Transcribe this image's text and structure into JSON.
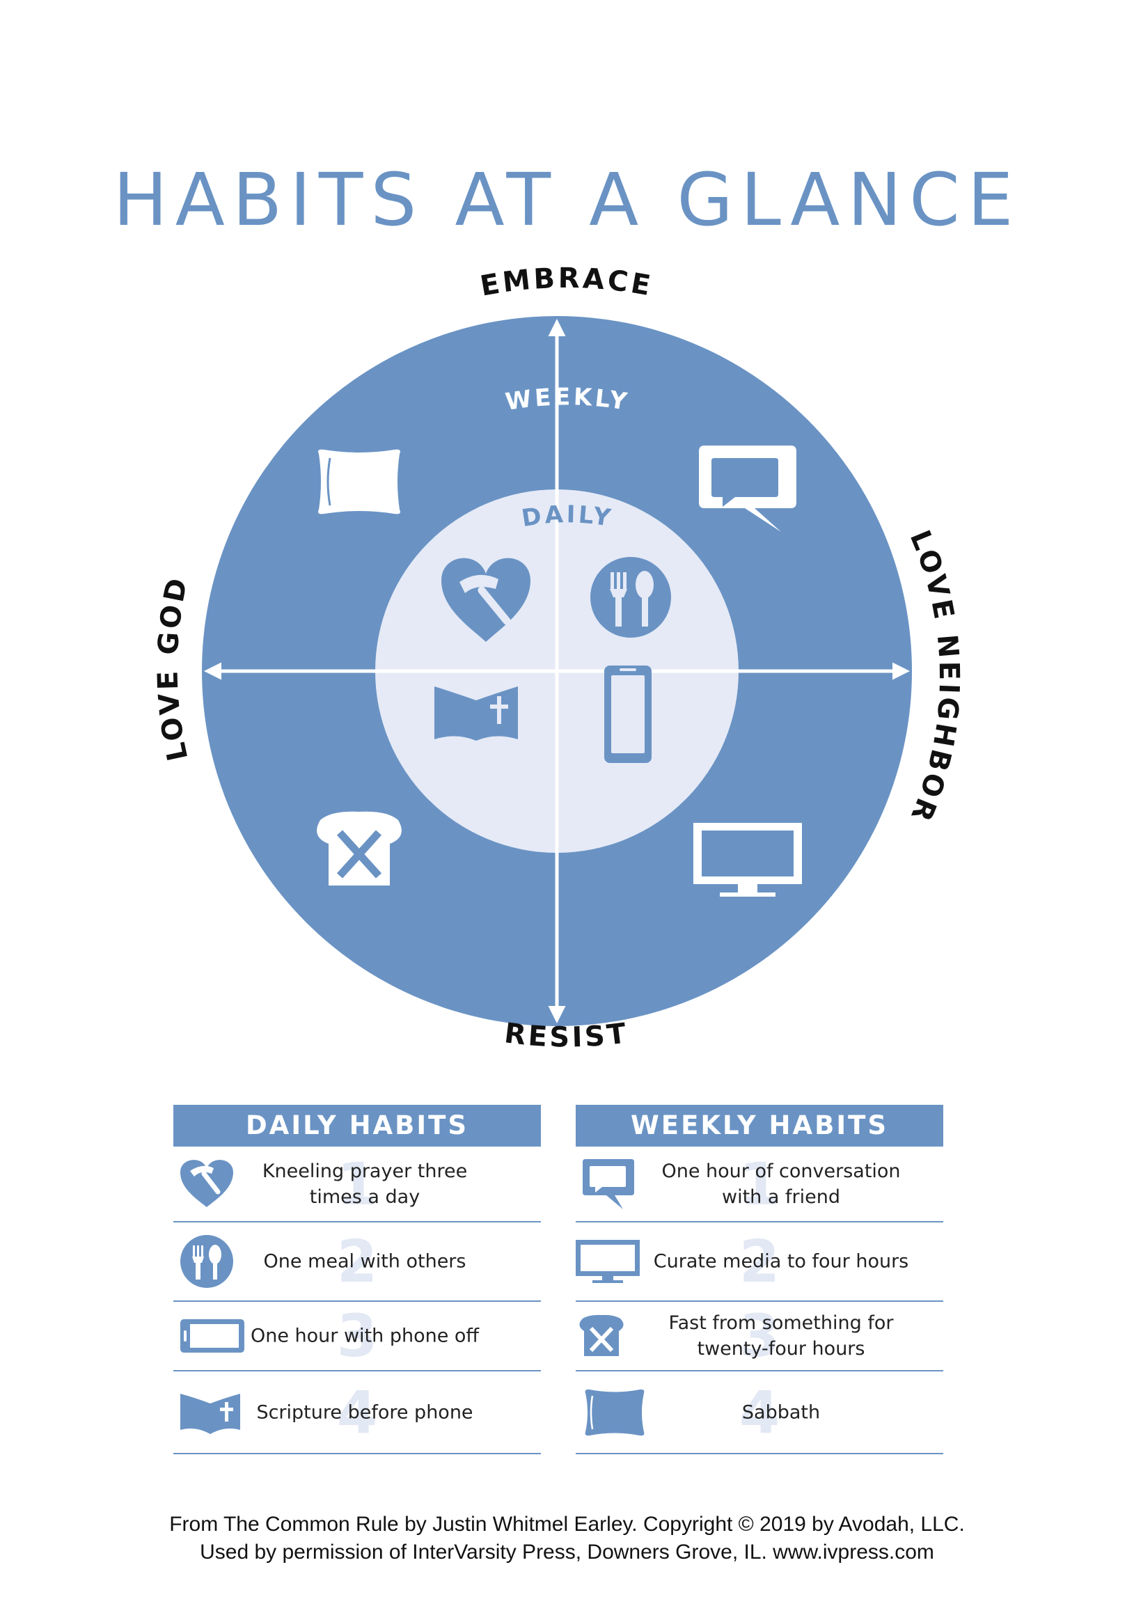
{
  "title": "HABITS AT A GLANCE",
  "axes": {
    "top": "EMBRACE",
    "bottom": "RESIST",
    "left": "LOVE GOD",
    "right": "LOVE NEIGHBOR"
  },
  "rings": {
    "outer": "WEEKLY",
    "inner": "DAILY"
  },
  "colors": {
    "primary": "#6a93c4",
    "inner_circle": "#e5eaf6",
    "row_number": "#e2e8f4",
    "text": "#222222"
  },
  "daily_table": {
    "header": "DAILY HABITS",
    "rows": [
      {
        "num": "1",
        "icon": "heart-hammer-icon",
        "line1": "Kneeling prayer three",
        "line2": "times a day"
      },
      {
        "num": "2",
        "icon": "fork-spoon-icon",
        "line1": "One meal with others",
        "line2": ""
      },
      {
        "num": "3",
        "icon": "phone-icon",
        "line1": "One hour with phone off",
        "line2": ""
      },
      {
        "num": "4",
        "icon": "bible-icon",
        "line1": "Scripture before phone",
        "line2": ""
      }
    ]
  },
  "weekly_table": {
    "header": "WEEKLY HABITS",
    "rows": [
      {
        "num": "1",
        "icon": "speech-bubble-icon",
        "line1": "One hour of conversation",
        "line2": "with a friend"
      },
      {
        "num": "2",
        "icon": "monitor-icon",
        "line1": "Curate media to four hours",
        "line2": ""
      },
      {
        "num": "3",
        "icon": "bread-x-icon",
        "line1": "Fast from something for",
        "line2": "twenty-four hours"
      },
      {
        "num": "4",
        "icon": "pillow-icon",
        "line1": "Sabbath",
        "line2": ""
      }
    ]
  },
  "credits": {
    "line1": "From The Common Rule by Justin Whitmel Earley. Copyright © 2019 by Avodah, LLC.",
    "line2": "Used by permission of InterVarsity Press, Downers Grove, IL. www.ivpress.com"
  }
}
